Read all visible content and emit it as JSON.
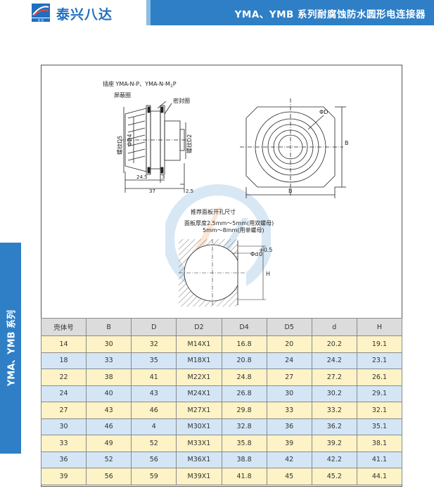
{
  "header": {
    "brand_name": "泰兴八达",
    "logo_caption": "B D",
    "title": "YMA、YMB 系列耐腐蚀防水圆形电连接器"
  },
  "side_tab": {
    "label": "YMA、YMB 系列"
  },
  "drawing": {
    "socket_title": "插座 YMA-N-P、YMA-N-M",
    "socket_title_sub": "1",
    "socket_title_end": "P",
    "label_shield": "屏蔽圈",
    "label_seal": "密封圈",
    "label_d5": "螺纹D5",
    "label_d4": "ΦD4",
    "label_d2": "螺纹D2",
    "dim_245": "24.5",
    "dim_3": "3",
    "dim_37": "37",
    "dim_25": "2.5",
    "label_phid": "ΦD",
    "label_b_right": "B",
    "label_b_bottom": "B",
    "panel_title": "推荐面板开孔尺寸",
    "panel_note1": "面板厚度2.5mm～5mm(用双螺母)",
    "panel_note2": "5mm～8mm(用单螺母)",
    "label_phid_small": "Φd",
    "label_tol": "+0.5",
    "label_tol0": "0",
    "label_h": "H"
  },
  "table": {
    "headers": [
      "壳体号",
      "B",
      "D",
      "D2",
      "D4",
      "D5",
      "d",
      "H"
    ],
    "rows": [
      [
        "14",
        "30",
        "32",
        "M14X1",
        "16.8",
        "20",
        "20.2",
        "19.1"
      ],
      [
        "18",
        "33",
        "35",
        "M18X1",
        "20.8",
        "24",
        "24.2",
        "23.1"
      ],
      [
        "22",
        "38",
        "41",
        "M22X1",
        "24.8",
        "27",
        "27.2",
        "26.1"
      ],
      [
        "24",
        "40",
        "43",
        "M24X1",
        "26.8",
        "30",
        "30.2",
        "29.1"
      ],
      [
        "27",
        "43",
        "46",
        "M27X1",
        "29.8",
        "33",
        "33.2",
        "32.1"
      ],
      [
        "30",
        "46",
        "4",
        "M30X1",
        "32.8",
        "36",
        "36.2",
        "35.1"
      ],
      [
        "33",
        "49",
        "52",
        "M33X1",
        "35.8",
        "39",
        "39.2",
        "38.1"
      ],
      [
        "36",
        "52",
        "56",
        "M36X1",
        "38.8",
        "42",
        "42.2",
        "41.1"
      ],
      [
        "39",
        "56",
        "59",
        "M39X1",
        "41.8",
        "45",
        "45.2",
        "44.1"
      ]
    ]
  },
  "colors": {
    "accent": "#2e7fc6",
    "row_odd": "#fdf3c6",
    "row_even": "#d4e6f6",
    "header_row": "#dcdcdc"
  }
}
